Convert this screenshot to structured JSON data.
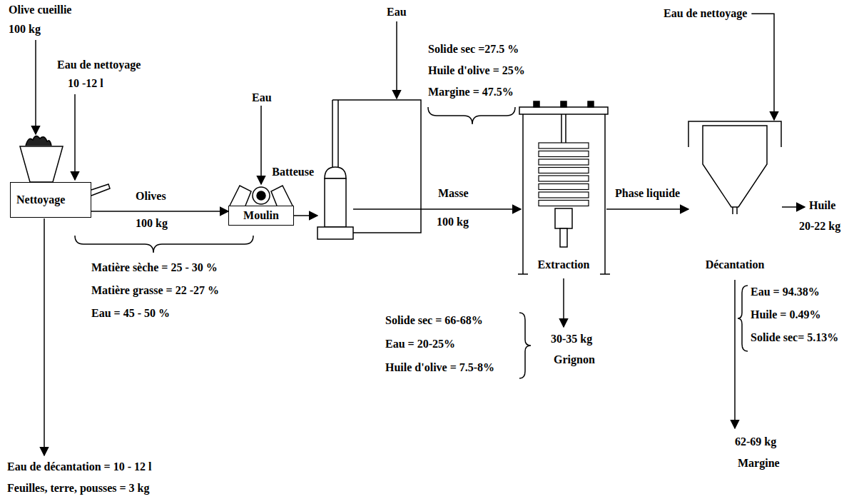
{
  "diagram": {
    "nodes": [
      {
        "text": [
          "Nettoyage"
        ]
      },
      {
        "text": [
          "Moulin"
        ]
      },
      {
        "text": [
          "Batteuse"
        ]
      },
      {
        "text": [
          "Extraction"
        ]
      },
      {
        "text": [
          "Décantation"
        ]
      }
    ],
    "edges": [
      {
        "from": 0,
        "to": 1,
        "arrow": "to",
        "label": "Olives"
      },
      {
        "from": 1,
        "to": 2,
        "arrow": "to"
      },
      {
        "from": 2,
        "to": 3,
        "arrow": "to",
        "label": "Masse"
      },
      {
        "from": 3,
        "to": 4,
        "arrow": "to",
        "label": "Phase liquide"
      }
    ],
    "labels": [
      "Olive cueillie",
      "100 kg",
      "Eau de nettoyage",
      "10 -12 l",
      "Eau de décantation = 10 - 12 l",
      "Feuilles, terre, pousses = 3 kg",
      "100 kg",
      "Matière sèche = 25 - 30 %",
      "Matière grasse = 22 -27 %",
      "Eau = 45 - 50 %",
      "Eau",
      "Eau",
      "Solide sec =27.5 %",
      "Huile d'olive = 25%",
      "Margine = 47.5%",
      "100 kg",
      "Solide sec = 66-68%",
      "Eau = 20-25%",
      "Huile d'olive = 7.5-8%",
      "30-35 kg",
      "Grignon",
      "Eau de nettoyage",
      "Huile",
      "20-22 kg",
      "Eau = 94.38%",
      "Huile = 0.49%",
      "Solide sec= 5.13%",
      "62-69 kg",
      "Margine"
    ]
  }
}
